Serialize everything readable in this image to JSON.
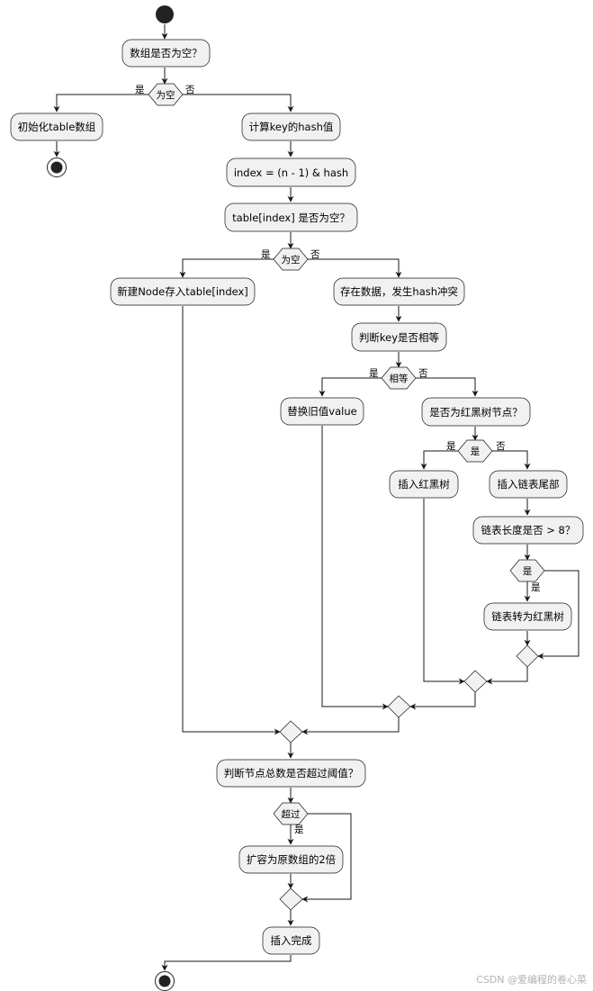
{
  "diagram": {
    "nodes": {
      "n1": "数组是否为空？",
      "n2": "初始化table数组",
      "n3": "计算key的hash值",
      "n4": "index = (n - 1) & hash",
      "n5": "table[index] 是否为空？",
      "n6": "新建Node存入table[index]",
      "n7": "存在数据，发生hash冲突",
      "n8": "判断key是否相等",
      "n9": "替换旧值value",
      "n10": "是否为红黑树节点？",
      "n11": "插入红黑树",
      "n12": "插入链表尾部",
      "n13": "链表长度是否 > 8？",
      "n14": "链表转为红黑树",
      "n15": "判断节点总数是否超过阈值？",
      "n16": "扩容为原数组的2倍",
      "n17": "插入完成"
    },
    "decisions": {
      "d1": "为空",
      "d2": "为空",
      "d3": "相等",
      "d4": "是",
      "d5": "是",
      "d6": "超过"
    },
    "branch_labels": {
      "d1_yes": "是",
      "d1_no": "否",
      "d2_yes": "是",
      "d2_no": "否",
      "d3_yes": "是",
      "d3_no": "否",
      "d4_yes": "是",
      "d4_no": "否",
      "d5_yes": "是",
      "d6_yes": "是"
    },
    "edges": [
      [
        "start",
        "n1"
      ],
      [
        "n1",
        "d1"
      ],
      [
        "d1",
        "n2"
      ],
      [
        "d1",
        "n3"
      ],
      [
        "n2",
        "end1"
      ],
      [
        "n3",
        "n4"
      ],
      [
        "n4",
        "n5"
      ],
      [
        "n5",
        "d2"
      ],
      [
        "d2",
        "n6"
      ],
      [
        "d2",
        "n7"
      ],
      [
        "n7",
        "n8"
      ],
      [
        "n8",
        "d3"
      ],
      [
        "d3",
        "n9"
      ],
      [
        "d3",
        "n10"
      ],
      [
        "n10",
        "d4"
      ],
      [
        "d4",
        "n11"
      ],
      [
        "d4",
        "n12"
      ],
      [
        "n12",
        "n13"
      ],
      [
        "n13",
        "d5"
      ],
      [
        "d5",
        "n14"
      ],
      [
        "n14",
        "m1"
      ],
      [
        "d5",
        "m1"
      ],
      [
        "n11",
        "m2"
      ],
      [
        "m1",
        "m2"
      ],
      [
        "n9",
        "m3"
      ],
      [
        "m2",
        "m3"
      ],
      [
        "n6",
        "m4"
      ],
      [
        "m3",
        "m4"
      ],
      [
        "m4",
        "n15"
      ],
      [
        "n15",
        "d6"
      ],
      [
        "d6",
        "n16"
      ],
      [
        "n16",
        "m5"
      ],
      [
        "d6",
        "m5"
      ],
      [
        "m5",
        "n17"
      ],
      [
        "n17",
        "end2"
      ]
    ]
  },
  "watermark": "CSDN @爱编程的卷心菜"
}
